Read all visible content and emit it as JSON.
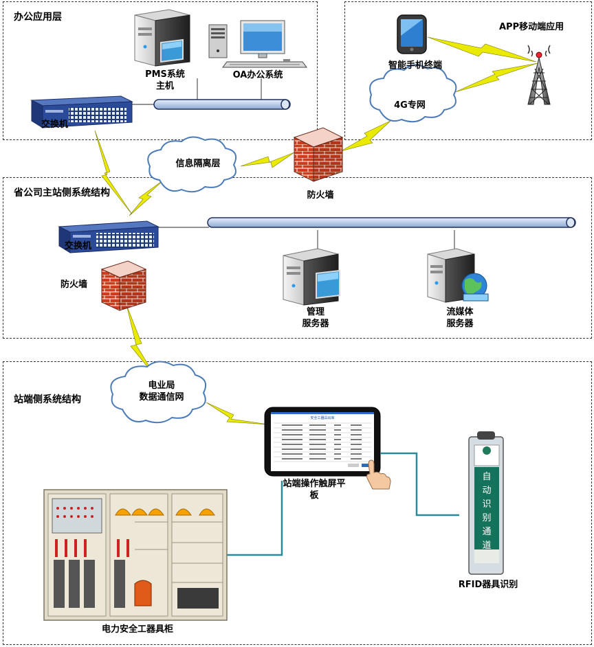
{
  "zones": {
    "office": "办公应用层",
    "mobile": "APP移动端应用",
    "province": "省公司主站侧系统结构",
    "station": "站端侧系统结构"
  },
  "labels": {
    "pms_host": [
      "PMS系统",
      "主机"
    ],
    "oa_system": "OA办公系统",
    "switch_top": "交换机",
    "smartphone": "智能手机终端",
    "net_4g": "4G专网",
    "isolation": "信息隔离层",
    "firewall_top": "防火墙",
    "switch_mid": "交换机",
    "firewall_mid": "防火墙",
    "mgmt_server": [
      "管理",
      "服务器"
    ],
    "stream_server": [
      "流媒体",
      "服务器"
    ],
    "power_net": [
      "电业局",
      "数据通信网"
    ],
    "tablet": [
      "站端操作触屏平",
      "板"
    ],
    "rfid": "RFID器具识别",
    "cabinet": "电力安全工器具柜"
  },
  "tablet_screen": {
    "title": "安全工器具出库"
  },
  "rfid_gate": {
    "chars": [
      "自",
      "动",
      "识",
      "别",
      "通",
      "道"
    ]
  },
  "colors": {
    "pipe": "#c8d8ee",
    "cloud": "#4a7ab8",
    "bolt": "#e8e800",
    "link": "#2a8a9a",
    "switch": "#2b4a9a",
    "brick": "#c83a1c"
  }
}
